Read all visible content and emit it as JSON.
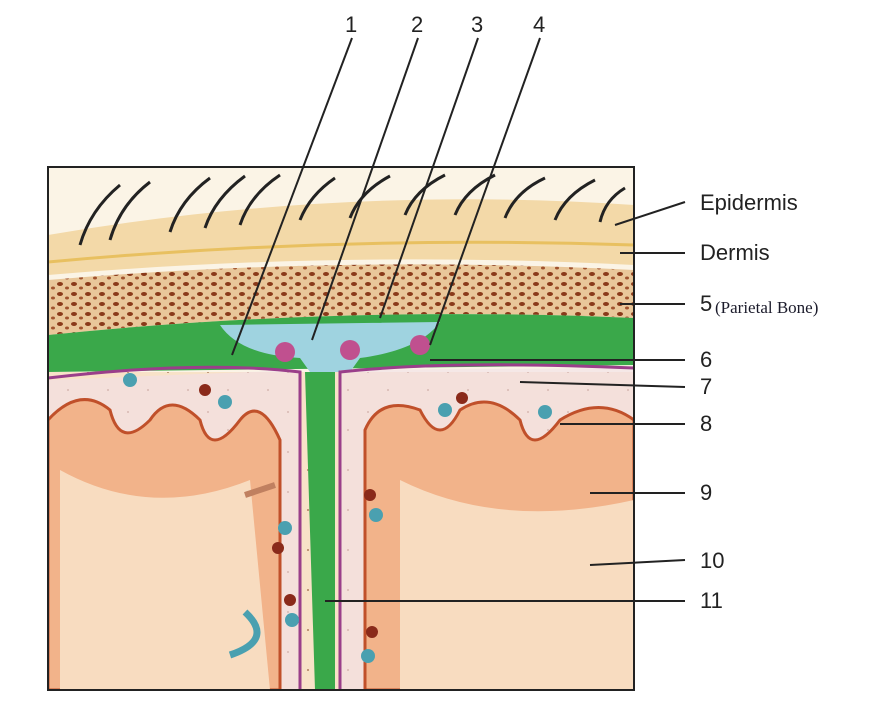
{
  "title": "Meninges cross-section",
  "top_labels": [
    "1",
    "2",
    "3",
    "4"
  ],
  "right_labels": {
    "epidermis": "Epidermis",
    "dermis": "Dermis",
    "bone_num": "5",
    "bone_name": "(Parietal Bone)",
    "l6": "6",
    "l7": "7",
    "l8": "8",
    "l9": "9",
    "l10": "10",
    "l11": "11"
  },
  "colors": {
    "skin": "#f3d9a8",
    "bone": "#e9c79a",
    "dura": "#3aa84a",
    "sinus": "#9fd3e0",
    "pia": "#9a3f8a",
    "cortex": "#f2b38a",
    "white_matter": "#f8dcc0"
  }
}
